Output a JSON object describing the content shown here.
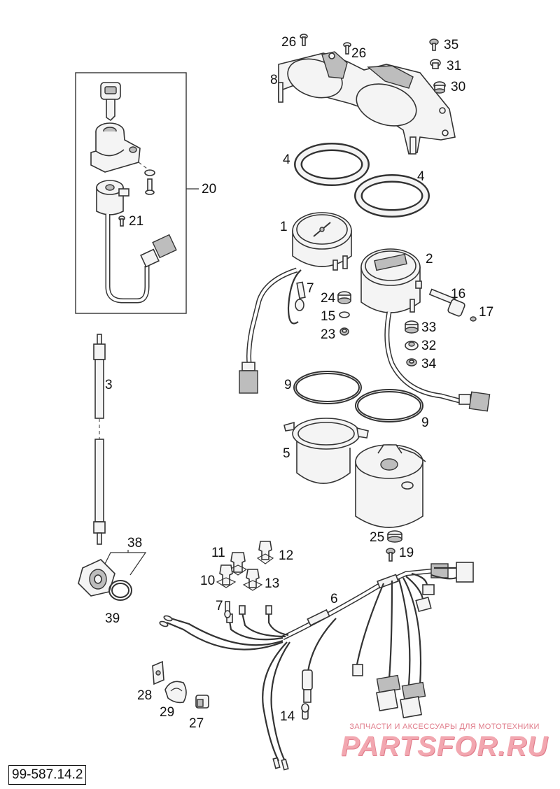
{
  "labels": {
    "p1": "1",
    "p2": "2",
    "p3": "3",
    "p4a": "4",
    "p4b": "4",
    "p5": "5",
    "p6": "6",
    "p7a": "7",
    "p7b": "7",
    "p8": "8",
    "p9a": "9",
    "p9b": "9",
    "p10": "10",
    "p11": "11",
    "p12": "12",
    "p13": "13",
    "p14": "14",
    "p15": "15",
    "p16": "16",
    "p17": "17",
    "p19": "19",
    "p20": "20",
    "p21": "21",
    "p23": "23",
    "p24": "24",
    "p25": "25",
    "p26a": "26",
    "p26b": "26",
    "p27": "27",
    "p28": "28",
    "p29": "29",
    "p30": "30",
    "p31": "31",
    "p32": "32",
    "p33": "33",
    "p34": "34",
    "p35": "35",
    "p38": "38",
    "p39": "39"
  },
  "doc_code": "99-587.14.2",
  "watermark": {
    "tagline": "ЗАПЧАСТИ И АКСЕССУАРЫ ДЛЯ МОТОТЕХНИКИ",
    "brand": "PARTSFOR.RU"
  }
}
